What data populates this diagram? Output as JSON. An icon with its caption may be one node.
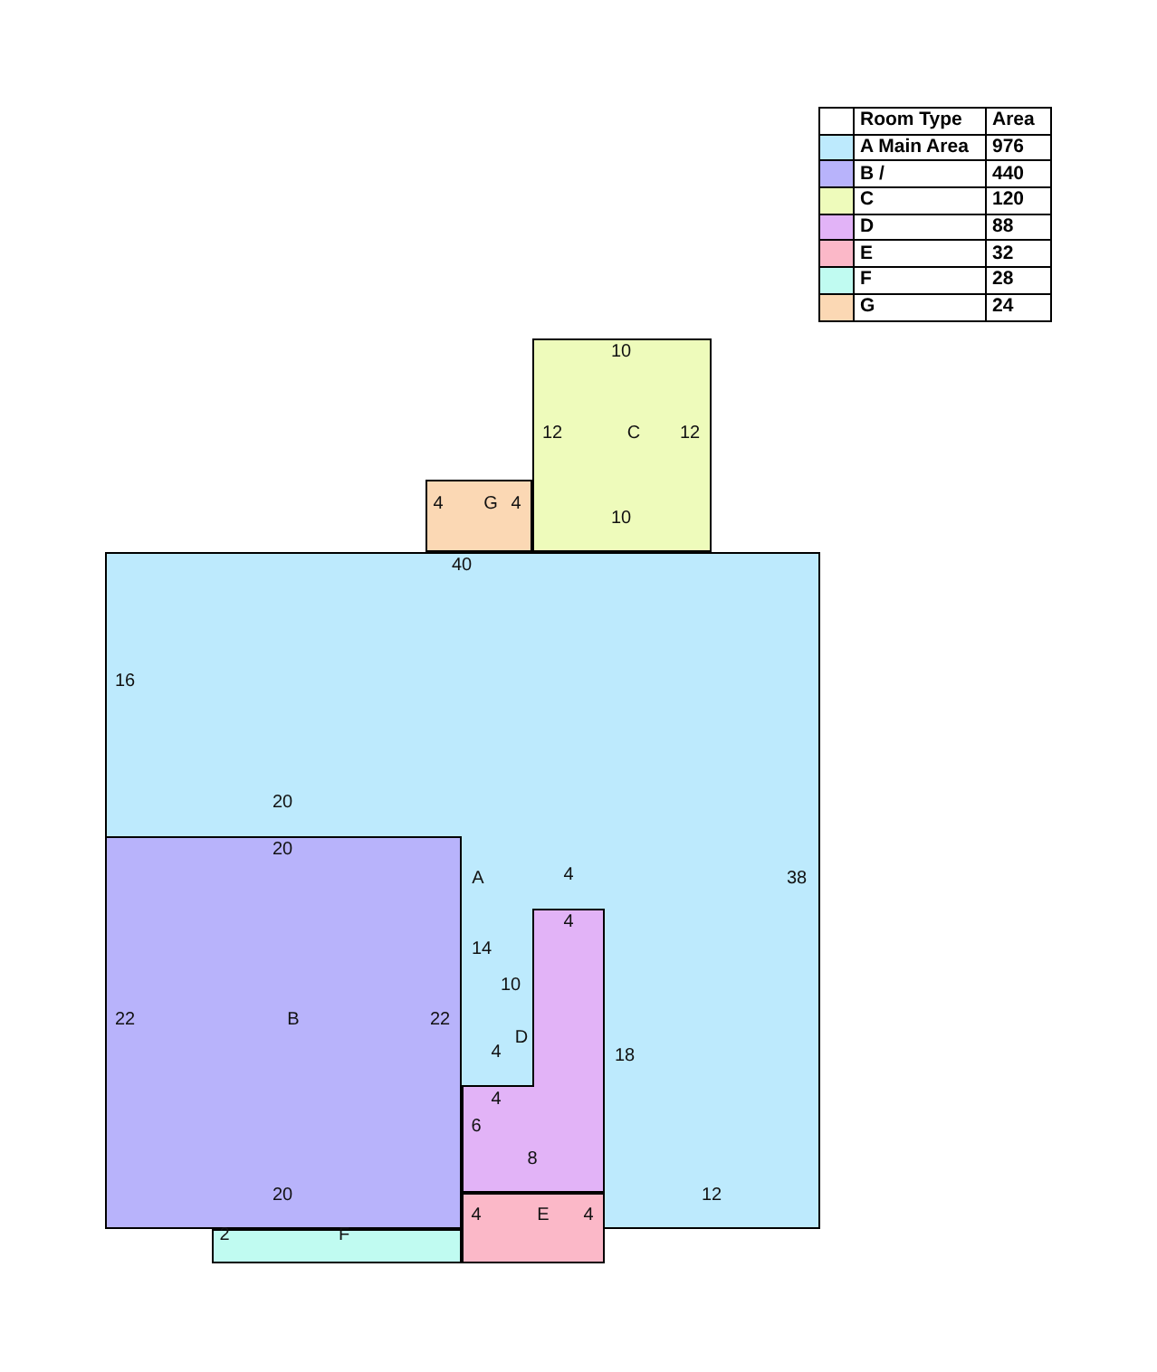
{
  "diagram": {
    "nodes": [
      {
        "text": [
          "10",
          "12",
          "C",
          "12",
          "10"
        ]
      },
      {
        "text": [
          "4",
          "G",
          "4"
        ]
      },
      {
        "text": [
          "40",
          "16",
          "20",
          "A",
          "4",
          "38",
          "14",
          "10",
          "4",
          "18",
          "12"
        ]
      },
      {
        "text": [
          "20",
          "22",
          "B",
          "22",
          "20"
        ],
        "in": 2
      },
      {
        "text": [
          "4",
          "D",
          "4",
          "6",
          "8"
        ],
        "in": 2
      },
      {
        "text": [
          "4",
          "E",
          "4"
        ]
      },
      {
        "text": [
          "2",
          "F"
        ]
      }
    ],
    "labels": [
      "Room Type",
      "Area",
      "976",
      "440",
      "120",
      "88",
      "32",
      "28",
      "24"
    ],
    "legend": [
      {
        "text": "A Main Area",
        "color": "#bdeafd"
      },
      {
        "text": "B /",
        "color": "#b8b3fb"
      },
      {
        "text": "C",
        "color": "#eefbbb"
      },
      {
        "text": "D",
        "color": "#e2b3f7"
      },
      {
        "text": "E",
        "color": "#fbb8c8"
      },
      {
        "text": "F",
        "color": "#c0fbf1"
      },
      {
        "text": "G",
        "color": "#fbd8b4"
      }
    ]
  }
}
